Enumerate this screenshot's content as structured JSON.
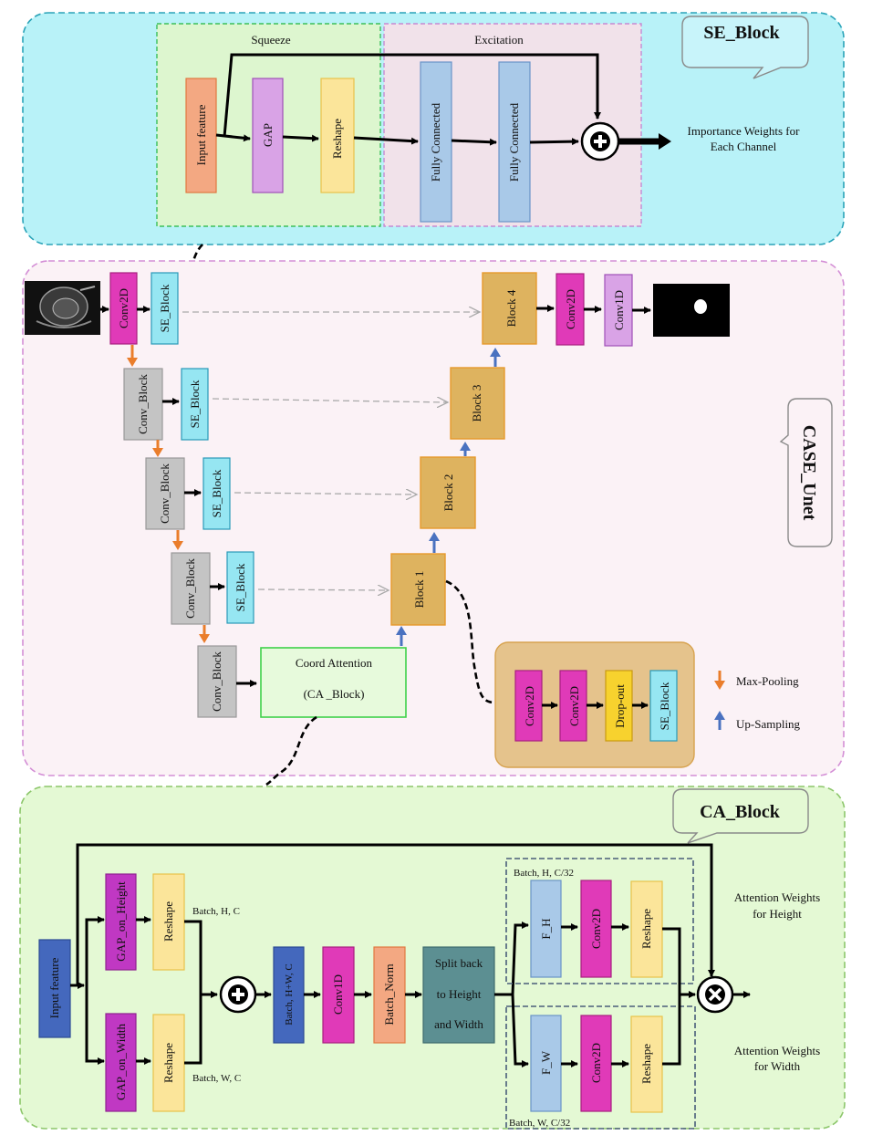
{
  "se_block": {
    "title": "SE_Block",
    "squeeze_label": "Squeeze",
    "excitation_label": "Excitation",
    "input_feature": "Input feature",
    "gap": "GAP",
    "reshape": "Reshape",
    "fc1": "Fully Connected",
    "fc2": "Fully Connected",
    "output_line1": "Importance Weights for",
    "output_line2": "Each Channel"
  },
  "case_unet": {
    "title": "CASE_Unet",
    "conv2d": "Conv2D",
    "se_block": "SE_Block",
    "conv_block": "Conv_Block",
    "block1": "Block 1",
    "block2": "Block 2",
    "block3": "Block 3",
    "block4": "Block 4",
    "out_conv2d": "Conv2D",
    "out_conv1d": "Conv1D",
    "coord_line1": "Coord Attention",
    "coord_line2": "(CA _Block)",
    "detail_conv2d_1": "Conv2D",
    "detail_conv2d_2": "Conv2D",
    "detail_dropout": "Drop-out",
    "detail_se": "SE_Block",
    "legend_max_pooling": "Max-Pooling",
    "legend_up_sampling": "Up-Sampling"
  },
  "ca_block": {
    "title": "CA_Block",
    "input_feature": "Input feature",
    "gap_height": "GAP_on_Height",
    "gap_width": "GAP_on_Width",
    "reshape_top": "Reshape",
    "reshape_bottom": "Reshape",
    "batch_hc": "Batch, H, C",
    "batch_wc": "Batch, W, C",
    "batch_hwc": "Batch, H+W, C",
    "conv1d": "Conv1D",
    "batch_norm": "Batch_Norm",
    "split_line1": "Split back",
    "split_line2": "to Height",
    "split_line3": "and Width",
    "batch_h_c32": "Batch, H, C/32",
    "batch_w_c32": "Batch, W, C/32",
    "f_h": "F_H",
    "f_w": "F_W",
    "conv2d_top": "Conv2D",
    "conv2d_bottom": "Conv2D",
    "reshape_top2": "Reshape",
    "reshape_bottom2": "Reshape",
    "att_height_line1": "Attention Weights",
    "att_height_line2": "for Height",
    "att_width_line1": "Attention Weights",
    "att_width_line2": "for Width"
  },
  "colors": {
    "se_panel_bg": "#b8f2f8",
    "se_panel_border": "#2aa3b8",
    "unet_panel_bg": "#fbf2f6",
    "unet_panel_border": "#d48fd6",
    "ca_panel_bg": "#e4f9d4",
    "ca_panel_border": "#8cc66a",
    "pink": "#e03ab8",
    "cyan": "#96e6f2",
    "gray": "#c4c4c4",
    "tan": "#deb35f",
    "orange_arrow": "#ea7d2b",
    "blue_arrow": "#4a72c0",
    "blue_box": "#4468bd",
    "salmon": "#f3a882",
    "lilac": "#d9a3e6",
    "yellow": "#fbe59a",
    "light_blue": "#a9c9e8",
    "teal": "#5c8f92"
  }
}
